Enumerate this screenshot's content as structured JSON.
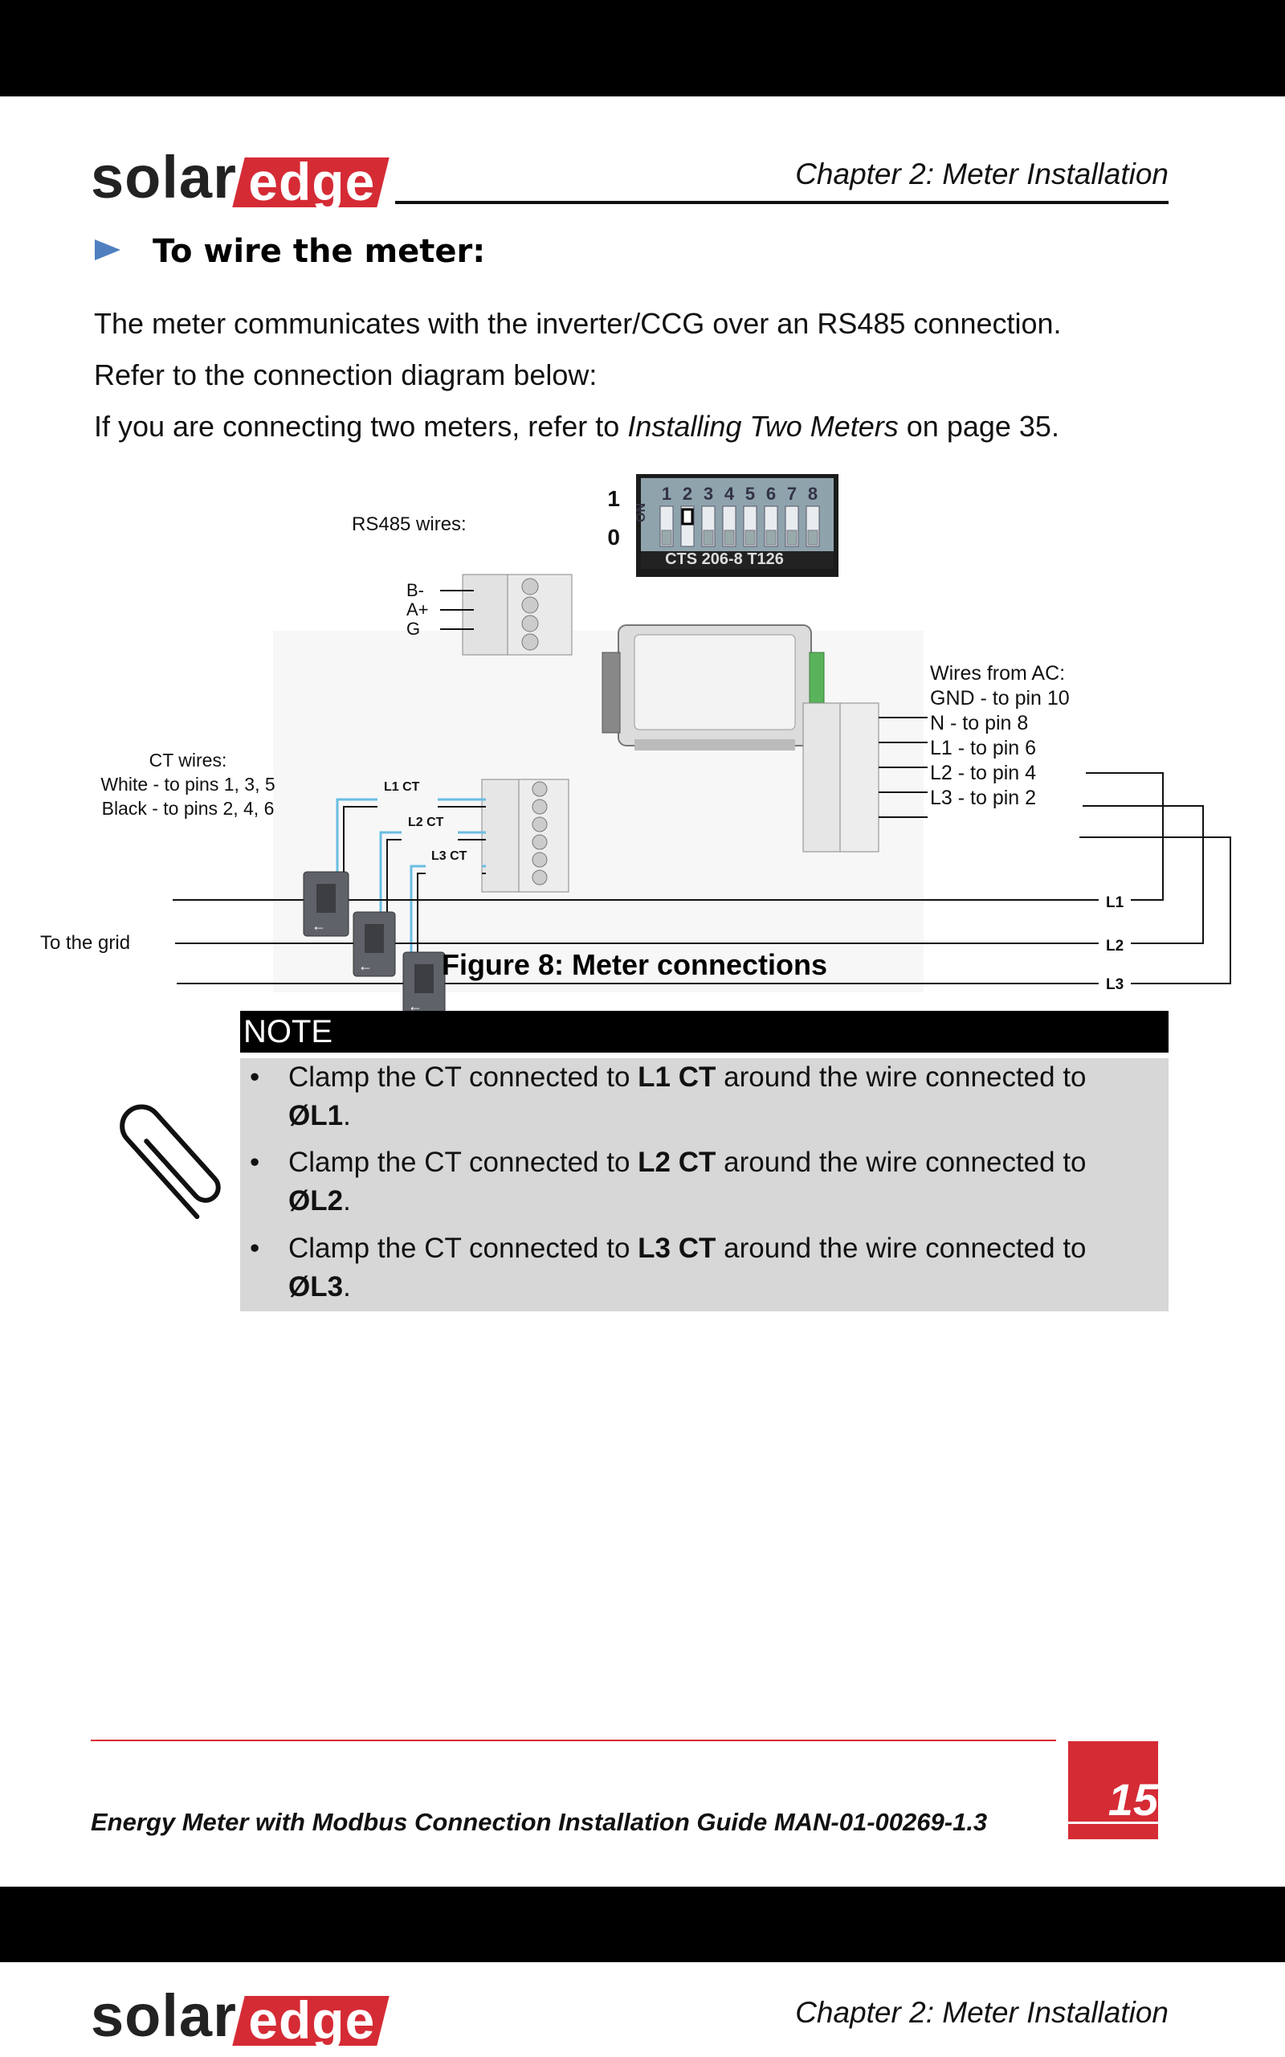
{
  "header": {
    "logo_solar": "solar",
    "logo_edge": "edge",
    "chapter": "Chapter 2: Meter Installation"
  },
  "procedure": {
    "title": "To wire the meter:"
  },
  "paragraphs": [
    "The meter communicates with the inverter/CCG over an RS485 connection.",
    "Refer to the connection diagram below:"
  ],
  "ref_para": {
    "pre": "If you are connecting two meters, refer to ",
    "link": "Installing Two Meters",
    "post": " on page 35."
  },
  "diagram": {
    "dip_one": "1",
    "dip_zero": "0",
    "dip_on": "ON",
    "dip_numbers": [
      "1",
      "2",
      "3",
      "4",
      "5",
      "6",
      "7",
      "8"
    ],
    "dip_footer": "CTS  206-8  T126",
    "rs485_label": "RS485 wires:",
    "rs485_pins": [
      "B-",
      "A+",
      "G"
    ],
    "ct_wires_title": "CT wires:",
    "ct_white": "White - to pins 1, 3, 5",
    "ct_black": "Black - to pins 2, 4, 6",
    "ct_labels": [
      "L1 CT",
      "L2 CT",
      "L3 CT"
    ],
    "ac_title": "Wires from AC:",
    "ac_pins": [
      "GND - to pin 10",
      "N - to pin 8",
      "L1 - to pin 6",
      "L2 - to pin 4",
      "L3 - to pin 2"
    ],
    "lines": [
      "L1",
      "L2",
      "L3"
    ],
    "grid_label": "To the grid"
  },
  "figure": {
    "caption": "Figure 8: Meter connections"
  },
  "note": {
    "heading": "NOTE",
    "items": [
      {
        "pre": "Clamp the CT connected to ",
        "bold1": "L1 CT",
        "mid": " around the wire connected to ",
        "bold2": "ØL1",
        "post": "."
      },
      {
        "pre": "Clamp the CT connected to ",
        "bold1": "L2 CT",
        "mid": " around the wire connected to ",
        "bold2": "ØL2",
        "post": "."
      },
      {
        "pre": "Clamp the CT connected to ",
        "bold1": "L3 CT",
        "mid": " around the wire connected to ",
        "bold2": "ØL3",
        "post": "."
      }
    ]
  },
  "footer": {
    "text": "Energy Meter with Modbus Connection Installation Guide MAN-01-00269-1.3",
    "page_number": "15"
  },
  "colors": {
    "brand_red": "#d52b35",
    "note_bg": "#d7d7d7"
  }
}
